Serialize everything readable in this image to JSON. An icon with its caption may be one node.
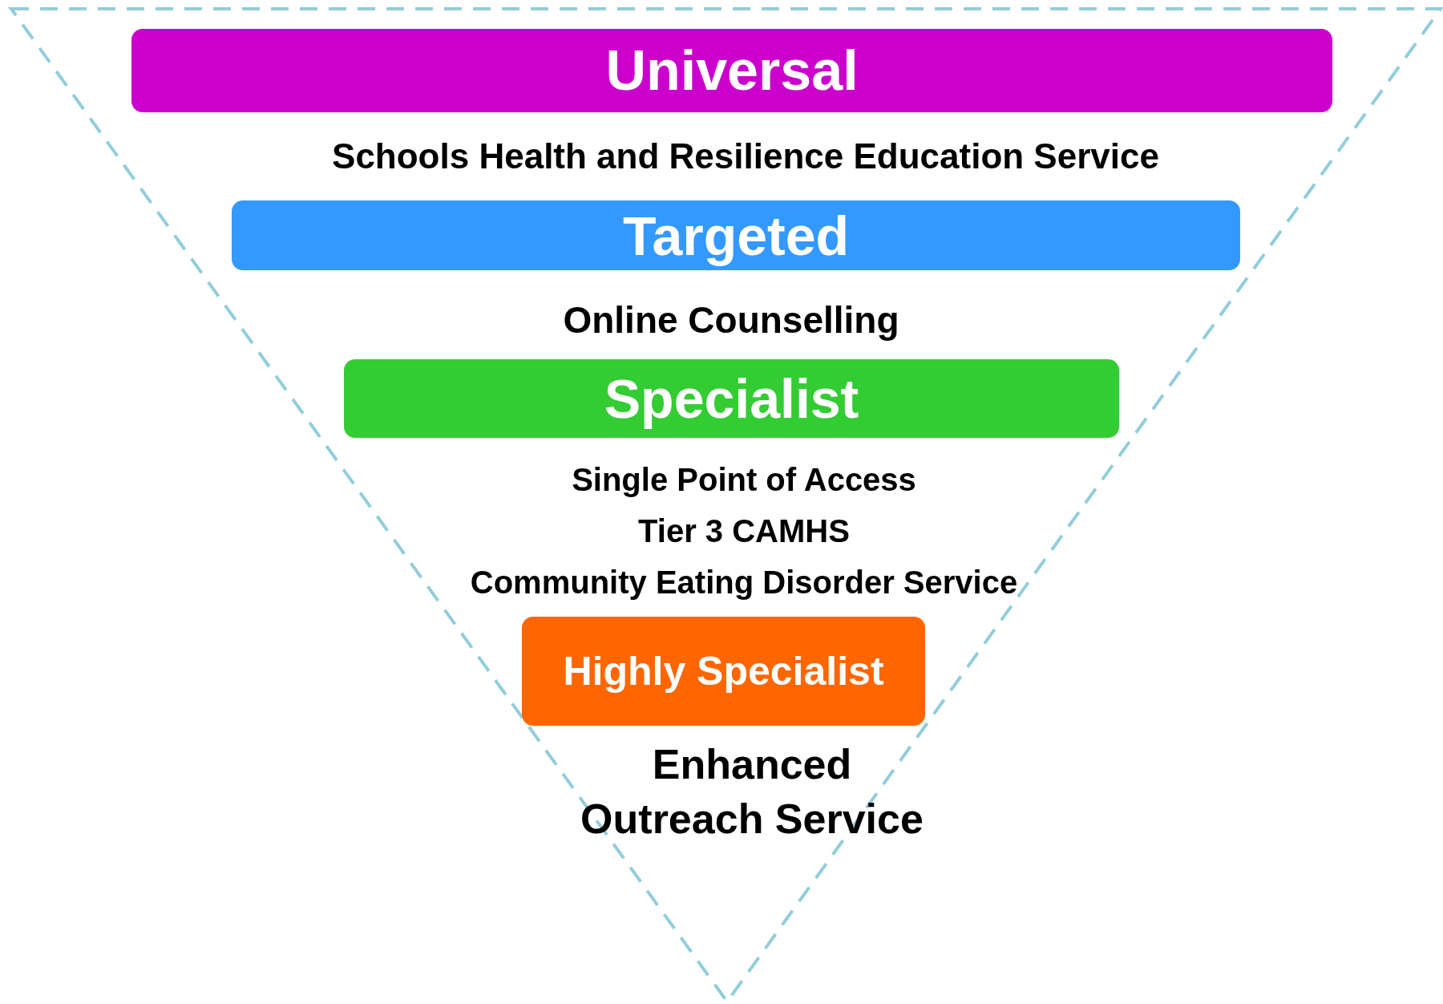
{
  "diagram": {
    "nodes": [
      {
        "text": [
          "Universal"
        ]
      },
      {
        "text": [
          "Targeted"
        ]
      },
      {
        "text": [
          "Specialist"
        ]
      },
      {
        "text": [
          "Highly Specialist"
        ]
      }
    ],
    "labels": [
      "Schools Health and Resilience Education Service",
      "Online Counselling",
      "Single Point of Access",
      "Tier 3 CAMHS",
      "Community Eating Disorder Service",
      "Enhanced Outreach Service"
    ]
  }
}
